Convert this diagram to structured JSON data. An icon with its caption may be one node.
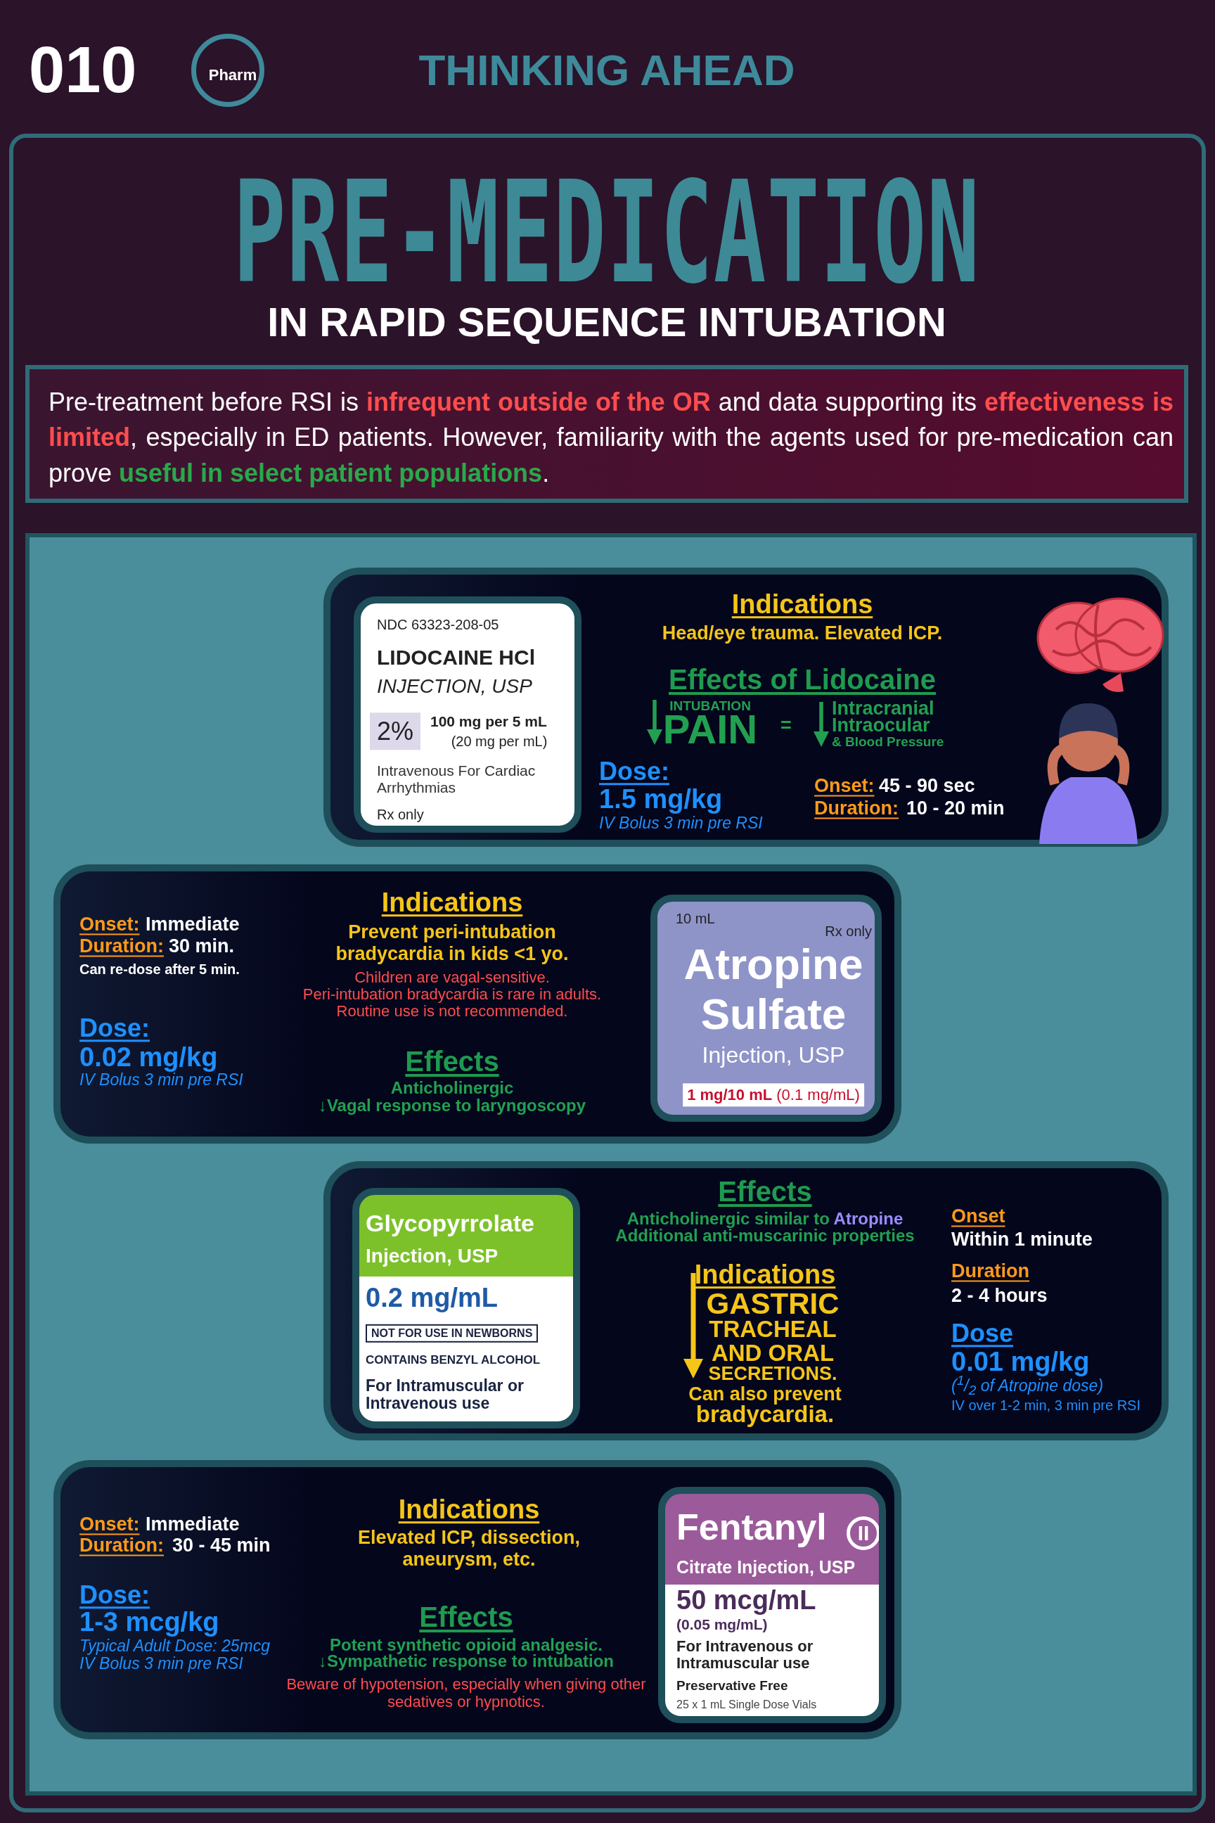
{
  "diagram": {
    "title": "PRE-MEDICATION",
    "nodes": [
      {
        "text": [
          "Pharm"
        ]
      },
      {
        "text": [
          "Pre-treatment before RSI is **infrequent outside of the OR** and data supporting its **effectiveness is limited**, especially in ED patients. However, familiarity with the agents used for pre-medication can prove **useful in select patient populations**."
        ]
      },
      {
        "text": [
          "Indications",
          "Head/eye trauma. Elevated ICP.",
          "Effects of Lidocaine",
          "INTUBATION",
          "PAIN",
          "=",
          "Intracranial",
          "Intraocular",
          "& Blood Pressure",
          "Dose:",
          "1.5 mg/kg",
          "IV Bolus 3 min pre RSI",
          "Onset:",
          "45 - 90 sec",
          "Duration:",
          "10 - 20 min"
        ]
      },
      {
        "text": [
          "NDC 63323-208-05",
          "LIDOCAINE HCl",
          "INJECTION, USP",
          "2%",
          "100 mg per 5 mL",
          "(20 mg per mL)",
          "Intravenous For Cardiac Arrhythmias",
          "Rx only"
        ],
        "in": 2
      },
      {
        "text": [
          "Onset:",
          "Immediate",
          "Duration:",
          "30 min.",
          "Can re-dose after 5 min.",
          "Dose:",
          "0.02 mg/kg",
          "IV Bolus 3 min pre RSI",
          "Indications",
          "Prevent peri-intubation bradycardia in kids <1 yo.",
          "Children are vagal-sensitive.",
          "Peri-intubation bradycardia is rare in adults.",
          "Routine use is not recommended.",
          "Effects",
          "Anticholinergic",
          "↓Vagal response to laryngoscopy"
        ]
      },
      {
        "text": [
          "10 mL",
          "Rx only",
          "Atropine Sulfate",
          "Injection, USP",
          "**1 mg/10 mL** (0.1 mg/mL)"
        ],
        "in": 4
      },
      {
        "text": [
          "Effects",
          "Anticholinergic similar to **Atropine**",
          "Additional anti-muscarinic properties",
          "Indications",
          "GASTRIC",
          "TRACHEAL",
          "AND ORAL",
          "SECRETIONS.",
          "Can also prevent",
          "bradycardia.",
          "Onset",
          "Within 1 minute",
          "Duration",
          "2 - 4 hours",
          "Dose",
          "0.01 mg/kg",
          "($^{1}$/$_{2}$ of Atropine dose)",
          "IV over 1-2 min, 3 min pre RSI"
        ]
      },
      {
        "text": [
          "Glycopyrrolate",
          "Injection, USP",
          "0.2 mg/mL",
          "NOT FOR USE IN NEWBORNS",
          "CONTAINS BENZYL ALCOHOL",
          "For Intramuscular or Intravenous use"
        ],
        "in": 6
      },
      {
        "text": [
          "Onset:",
          "Immediate",
          "Duration:",
          "30 - 45 min",
          "Dose:",
          "1-3 mcg/kg",
          "Typical Adult Dose: 25mcg",
          "IV Bolus 3 min pre RSI",
          "Indications",
          "Elevated ICP, dissection, aneurysm, etc.",
          "Effects",
          "Potent synthetic opioid analgesic.",
          "↓Sympathetic response to intubation",
          "Beware of hypotension, especially when giving other sedatives or hypnotics."
        ]
      },
      {
        "text": [
          "Fentanyl",
          "II",
          "Citrate Injection, USP",
          "50 mcg/mL",
          "(0.05 mg/mL)",
          "For Intravenous or Intramuscular use",
          "Preservative Free",
          "25 x 1 mL Single Dose Vials"
        ],
        "in": 8
      }
    ],
    "labels": [
      "010",
      "THINKING AHEAD",
      "IN RAPID SEQUENCE INTUBATION"
    ]
  }
}
